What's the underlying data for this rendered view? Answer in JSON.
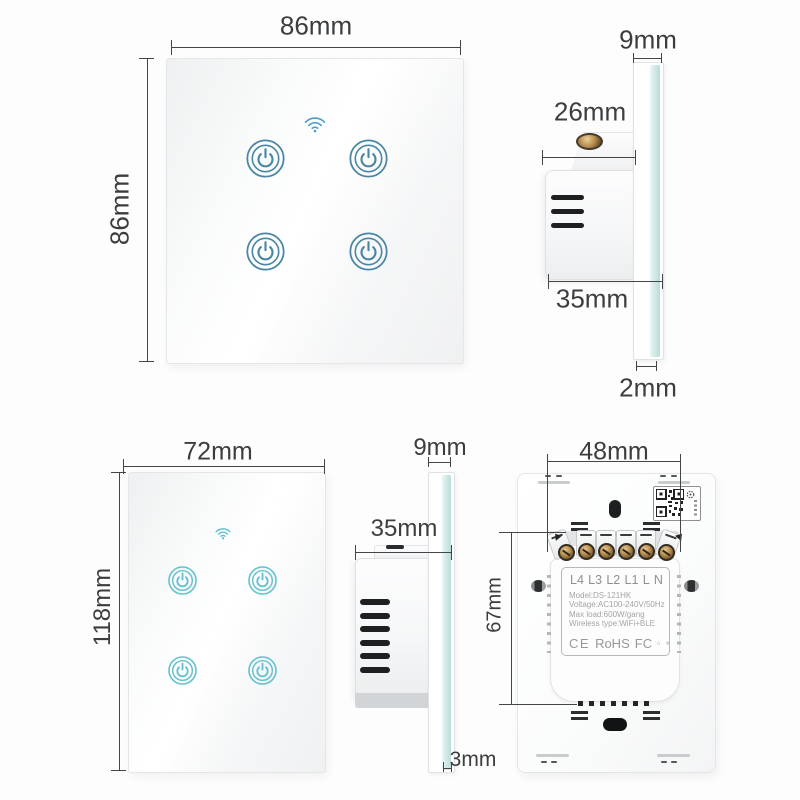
{
  "colors": {
    "dim_line": "#454545",
    "dim_text": "#3b3d3f",
    "button_blue": "#4a86a4",
    "button_cyan": "#62c1cf",
    "wifi_blue": "#4b9cd3",
    "wifi_cyan": "#58bcd2",
    "glass_edge": "#b9dcd9",
    "vent_dark": "#1e1f21",
    "spec_text": "#a1a4a6",
    "terminal_text": "#8e9193",
    "cert_text": "#96989a",
    "screw_bronze": "#b98f52"
  },
  "eu_front": {
    "width": "86mm",
    "height": "86mm"
  },
  "eu_side": {
    "glass_width": "9mm",
    "module_depth": "26mm",
    "body_depth": "35mm",
    "glass_thickness": "2mm"
  },
  "us_front": {
    "width": "72mm",
    "height": "118mm"
  },
  "us_side": {
    "glass_width": "9mm",
    "body_depth": "35mm",
    "glass_thickness": "3mm"
  },
  "us_back": {
    "mount_width": "48mm",
    "module_height": "67mm",
    "terminals": [
      "L4",
      "L3",
      "L2",
      "L1",
      "L",
      "N"
    ],
    "spec": {
      "model": "Model:DS-121HK",
      "voltage": "Voltage:AC100-240V/50Hz",
      "max_load": "Max load:600W/gang",
      "wireless": "Wireless type:WiFi+BLE"
    },
    "certs": [
      "CE",
      "RoHS",
      "FC"
    ]
  }
}
